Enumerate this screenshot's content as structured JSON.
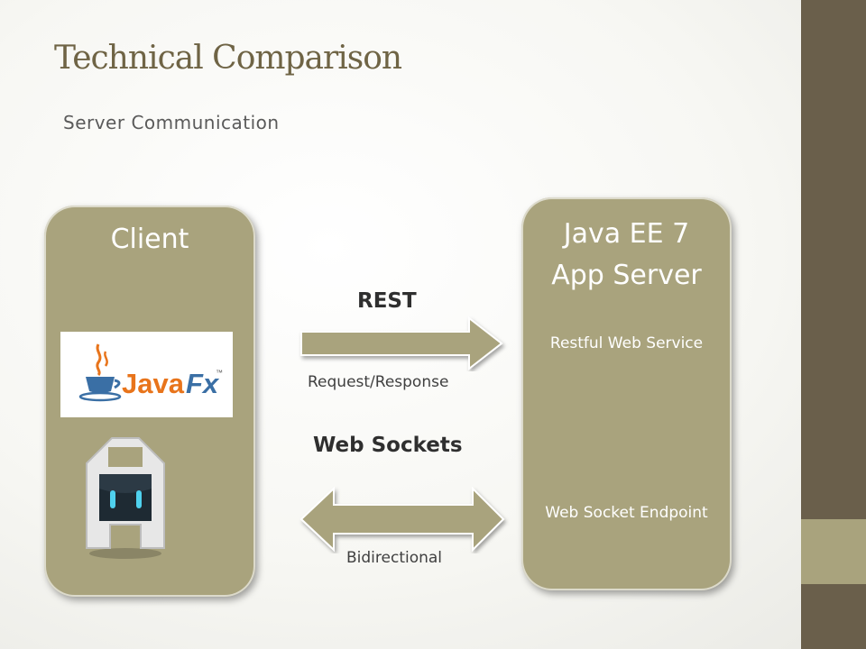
{
  "slide": {
    "title": "Technical Comparison",
    "subtitle": "Server Communication"
  },
  "client": {
    "label": "Client",
    "logos": [
      "javafx-logo",
      "cordova-logo"
    ]
  },
  "server": {
    "title_line1": "Java EE 7",
    "title_line2": "App Server",
    "rest_service": "Restful Web Service",
    "ws_endpoint": "Web Socket Endpoint"
  },
  "connections": {
    "rest": {
      "title": "REST",
      "subtitle": "Request/Response",
      "arrow": "right-arrow-icon"
    },
    "websockets": {
      "title": "Web Sockets",
      "subtitle": "Bidirectional",
      "arrow": "double-arrow-icon"
    }
  },
  "colors": {
    "panel": "#a9a37d",
    "sidebar": "#6a5f4b",
    "title": "#6f6445",
    "javafx_orange": "#e8741b",
    "javafx_blue": "#3a6fa5"
  }
}
